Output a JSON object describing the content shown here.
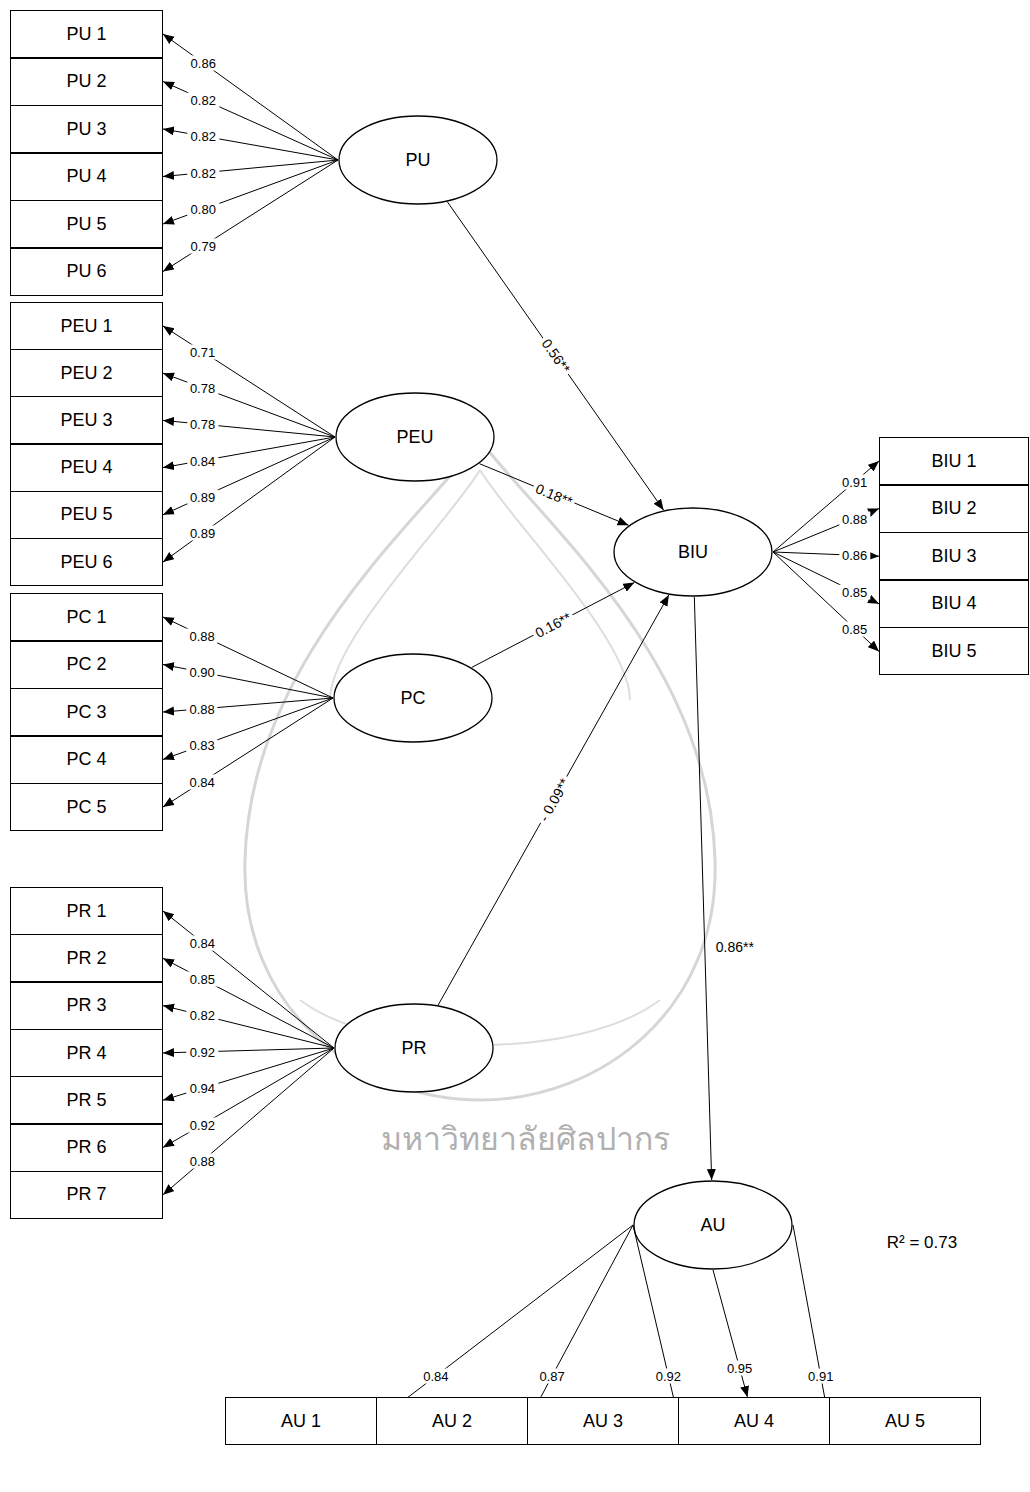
{
  "diagram": {
    "nodes": [
      {
        "text": [
          "PU 1"
        ]
      },
      {
        "text": [
          "PU 2"
        ]
      },
      {
        "text": [
          "PU 3"
        ]
      },
      {
        "text": [
          "PU 4"
        ]
      },
      {
        "text": [
          "PU 5"
        ]
      },
      {
        "text": [
          "PU 6"
        ]
      },
      {
        "text": [
          "PU"
        ]
      },
      {
        "text": [
          "PEU 1"
        ]
      },
      {
        "text": [
          "PEU 2"
        ]
      },
      {
        "text": [
          "PEU 3"
        ]
      },
      {
        "text": [
          "PEU 4"
        ]
      },
      {
        "text": [
          "PEU 5"
        ]
      },
      {
        "text": [
          "PEU 6"
        ]
      },
      {
        "text": [
          "PEU"
        ]
      },
      {
        "text": [
          "PC 1"
        ]
      },
      {
        "text": [
          "PC 2"
        ]
      },
      {
        "text": [
          "PC 3"
        ]
      },
      {
        "text": [
          "PC 4"
        ]
      },
      {
        "text": [
          "PC 5"
        ]
      },
      {
        "text": [
          "PC"
        ]
      },
      {
        "text": [
          "PR 1"
        ]
      },
      {
        "text": [
          "PR 2"
        ]
      },
      {
        "text": [
          "PR 3"
        ]
      },
      {
        "text": [
          "PR 4"
        ]
      },
      {
        "text": [
          "PR 5"
        ]
      },
      {
        "text": [
          "PR 6"
        ]
      },
      {
        "text": [
          "PR 7"
        ]
      },
      {
        "text": [
          "PR"
        ]
      },
      {
        "text": [
          "BIU"
        ]
      },
      {
        "text": [
          "BIU 1"
        ]
      },
      {
        "text": [
          "BIU 2"
        ]
      },
      {
        "text": [
          "BIU 3"
        ]
      },
      {
        "text": [
          "BIU 4"
        ]
      },
      {
        "text": [
          "BIU 5"
        ]
      },
      {
        "text": [
          "AU"
        ]
      },
      {
        "text": [
          "AU 1"
        ]
      },
      {
        "text": [
          "AU 2"
        ]
      },
      {
        "text": [
          "AU 3"
        ]
      },
      {
        "text": [
          "AU 4"
        ]
      },
      {
        "text": [
          "AU 5"
        ]
      }
    ],
    "edges": [
      {
        "from": 6,
        "to": 0,
        "arrow": "to",
        "label": "0.86"
      },
      {
        "from": 6,
        "to": 1,
        "arrow": "to",
        "label": "0.82"
      },
      {
        "from": 6,
        "to": 2,
        "arrow": "to",
        "label": "0.82"
      },
      {
        "from": 6,
        "to": 3,
        "arrow": "to",
        "label": "0.82"
      },
      {
        "from": 6,
        "to": 4,
        "arrow": "to",
        "label": "0.80"
      },
      {
        "from": 6,
        "to": 5,
        "arrow": "to",
        "label": "0.79"
      },
      {
        "from": 13,
        "to": 7,
        "arrow": "to",
        "label": "0.71"
      },
      {
        "from": 13,
        "to": 8,
        "arrow": "to",
        "label": "0.78"
      },
      {
        "from": 13,
        "to": 9,
        "arrow": "to",
        "label": "0.78"
      },
      {
        "from": 13,
        "to": 10,
        "arrow": "to",
        "label": "0.84"
      },
      {
        "from": 13,
        "to": 11,
        "arrow": "to",
        "label": "0.89"
      },
      {
        "from": 13,
        "to": 12,
        "arrow": "to",
        "label": "0.89"
      },
      {
        "from": 19,
        "to": 14,
        "arrow": "to",
        "label": "0.88"
      },
      {
        "from": 19,
        "to": 15,
        "arrow": "to",
        "label": "0.90"
      },
      {
        "from": 19,
        "to": 16,
        "arrow": "to",
        "label": "0.88"
      },
      {
        "from": 19,
        "to": 17,
        "arrow": "to",
        "label": "0.83"
      },
      {
        "from": 19,
        "to": 18,
        "arrow": "to",
        "label": "0.84"
      },
      {
        "from": 27,
        "to": 20,
        "arrow": "to",
        "label": "0.84"
      },
      {
        "from": 27,
        "to": 21,
        "arrow": "to",
        "label": "0.85"
      },
      {
        "from": 27,
        "to": 22,
        "arrow": "to",
        "label": "0.82"
      },
      {
        "from": 27,
        "to": 23,
        "arrow": "to",
        "label": "0.92"
      },
      {
        "from": 27,
        "to": 24,
        "arrow": "to",
        "label": "0.94"
      },
      {
        "from": 27,
        "to": 25,
        "arrow": "to",
        "label": "0.92"
      },
      {
        "from": 27,
        "to": 26,
        "arrow": "to",
        "label": "0.88"
      },
      {
        "from": 6,
        "to": 28,
        "arrow": "to",
        "label": "0.56**"
      },
      {
        "from": 13,
        "to": 28,
        "arrow": "to",
        "label": "0.18**"
      },
      {
        "from": 19,
        "to": 28,
        "arrow": "to",
        "label": "0.16**"
      },
      {
        "from": 27,
        "to": 28,
        "arrow": "to",
        "label": "- 0.09**"
      },
      {
        "from": 28,
        "to": 29,
        "arrow": "to",
        "label": "0.91"
      },
      {
        "from": 28,
        "to": 30,
        "arrow": "to",
        "label": "0.88"
      },
      {
        "from": 28,
        "to": 31,
        "arrow": "to",
        "label": "0.86"
      },
      {
        "from": 28,
        "to": 32,
        "arrow": "to",
        "label": "0.85"
      },
      {
        "from": 28,
        "to": 33,
        "arrow": "to",
        "label": "0.85"
      },
      {
        "from": 28,
        "to": 34,
        "arrow": "to",
        "label": "0.86**"
      },
      {
        "from": 34,
        "to": 35,
        "arrow": "to",
        "label": "0.84"
      },
      {
        "from": 34,
        "to": 36,
        "arrow": "to",
        "label": "0.87"
      },
      {
        "from": 34,
        "to": 37,
        "arrow": "to",
        "label": "0.92"
      },
      {
        "from": 34,
        "to": 38,
        "arrow": "to",
        "label": "0.95"
      },
      {
        "from": 34,
        "to": 39,
        "arrow": "to",
        "label": "0.91"
      }
    ],
    "labels": [
      "R² = 0.73",
      "มหาวิทยาลัยศิลปากร"
    ]
  }
}
